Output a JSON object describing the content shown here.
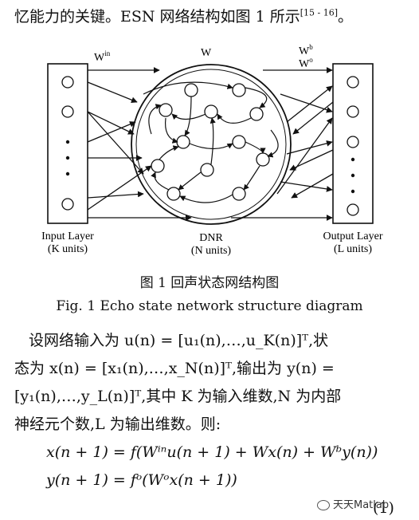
{
  "intro_line": "忆能力的关键。ESN 网络结构如图 1 所示",
  "intro_cite": "[15 - 16]",
  "intro_end": "。",
  "figure": {
    "label_win": "W",
    "label_win_sup": "in",
    "label_w": "W",
    "label_wb": "W",
    "label_wb_sup": "b",
    "label_wo": "W",
    "label_wo_sup": "o",
    "input_layer": "Input Layer",
    "input_units": "(K units)",
    "dnr": "DNR",
    "dnr_units": "(N units)",
    "output_layer": "Output Layer",
    "output_units": "(L units)"
  },
  "caption_cn": "图 1    回声状态网结构图",
  "caption_en": "Fig. 1    Echo state network structure diagram",
  "body_lines": [
    "设网络输入为 u(n) = [u₁(n),…,u_K(n)]ᵀ,状",
    "态为 x(n) = [x₁(n),…,x_N(n)]ᵀ,输出为 y(n) =",
    "[y₁(n),…,y_L(n)]ᵀ,其中 K 为输入维数,N 为内部",
    "神经元个数,L 为输出维数。则:"
  ],
  "eq1": "x(n + 1) = f(Wⁱⁿu(n + 1) + Wx(n) + Wᵇy(n))",
  "eq2": "y(n + 1) = fᵒ(Wᵒx(n + 1))",
  "eq_number": "(1)",
  "watermark": "天天Matlab"
}
